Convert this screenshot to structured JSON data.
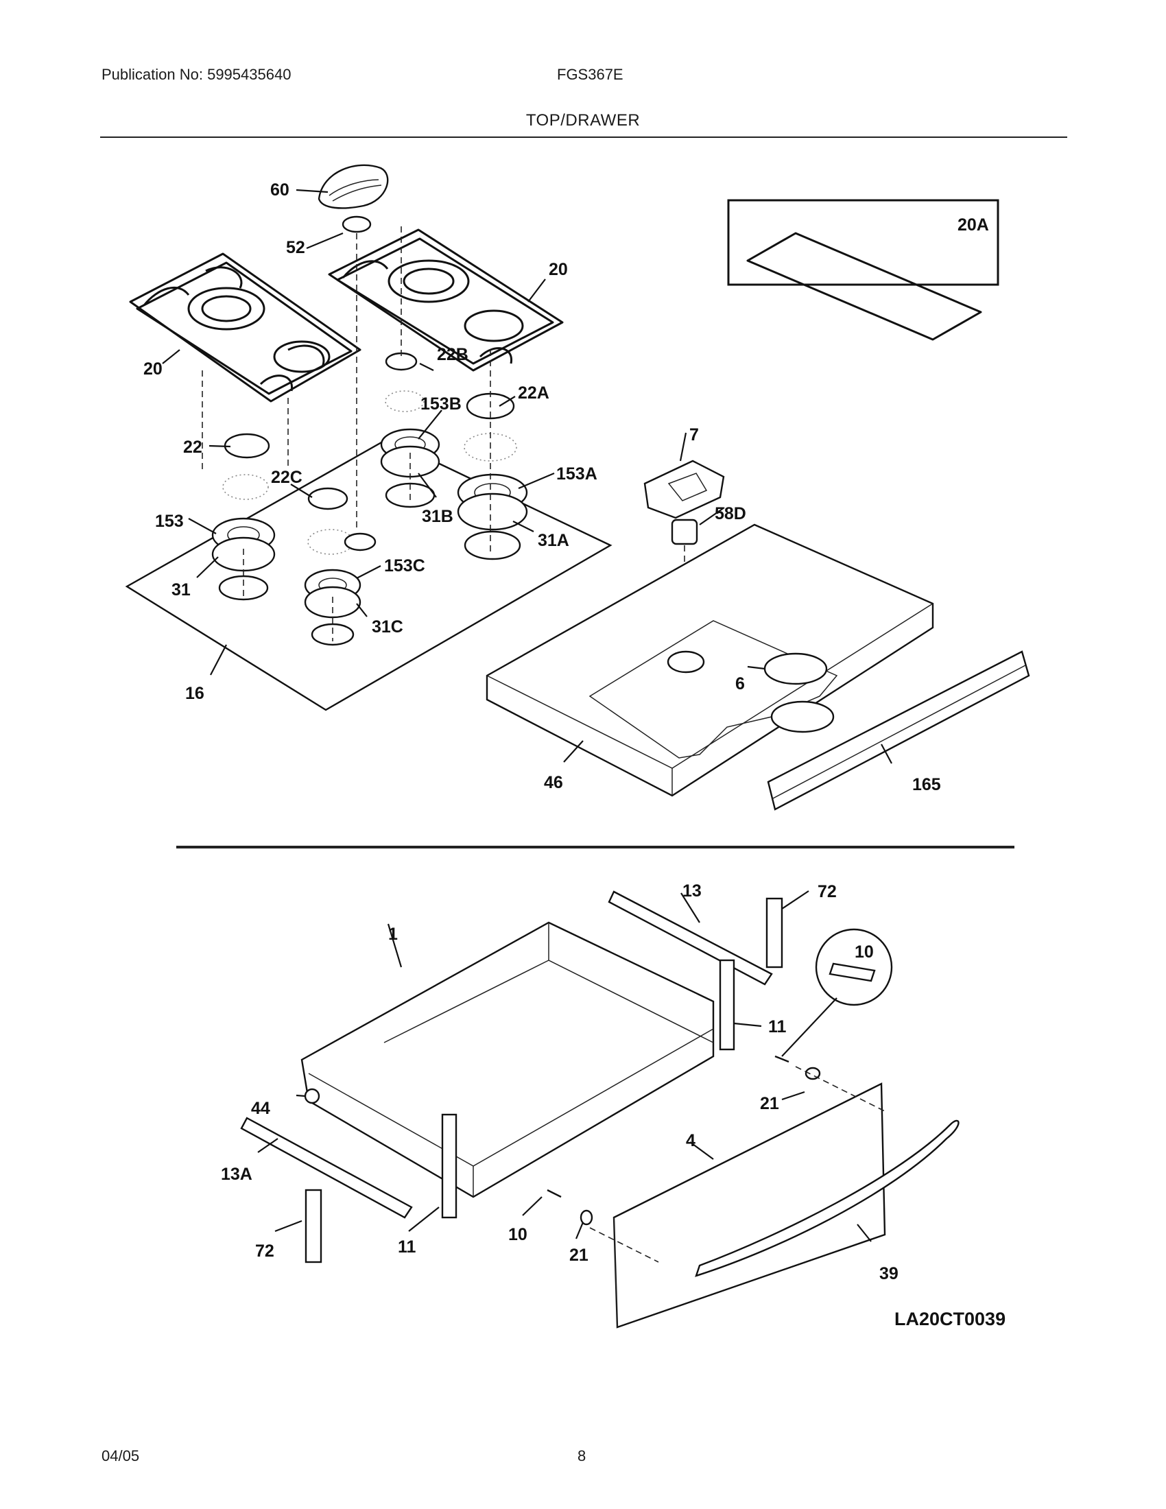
{
  "header": {
    "publication": "Publication No: 5995435640",
    "model": "FGS367E",
    "section_title": "TOP/DRAWER"
  },
  "footer": {
    "date": "04/05",
    "page_number": "8"
  },
  "diagram": {
    "drawing_code": "LA20CT0039",
    "callouts": {
      "c60": "60",
      "c52": "52",
      "c20_right": "20",
      "c20_left": "20",
      "c20A": "20A",
      "c22B": "22B",
      "c153B": "153B",
      "c22A": "22A",
      "c22": "22",
      "c22C": "22C",
      "c153A": "153A",
      "c31B": "31B",
      "c31A": "31A",
      "c153": "153",
      "c31": "31",
      "c153C": "153C",
      "c31C": "31C",
      "c16": "16",
      "c7": "7",
      "c58D": "58D",
      "c6": "6",
      "c46": "46",
      "c165": "165",
      "c13": "13",
      "c72_top": "72",
      "c10_inset": "10",
      "c1": "1",
      "c11_right": "11",
      "c44": "44",
      "c21_top": "21",
      "c4": "4",
      "c13A": "13A",
      "c72_bottom": "72",
      "c11_bottom": "11",
      "c10_bottom": "10",
      "c21_bottom": "21",
      "c39": "39"
    }
  }
}
